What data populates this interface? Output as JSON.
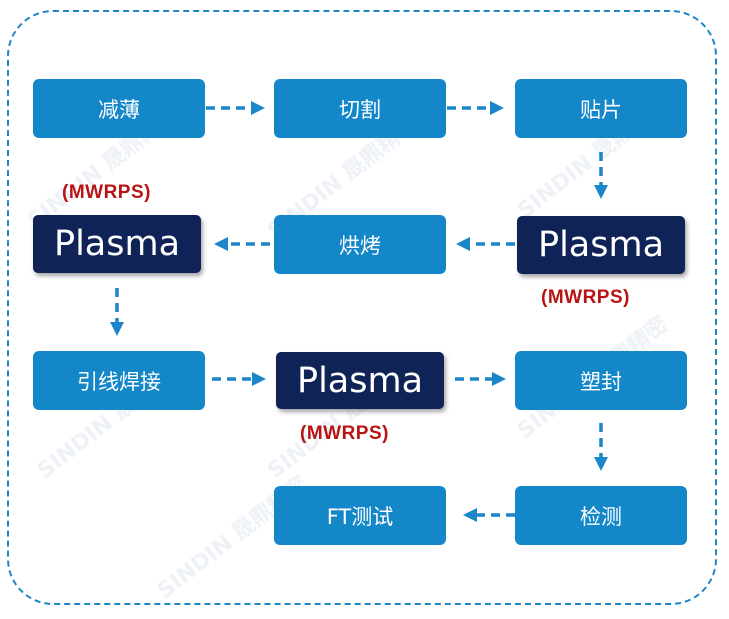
{
  "nodes": {
    "thinning": "减薄",
    "dicing": "切割",
    "mounting": "贴片",
    "baking": "烘烤",
    "plasma_1": "Plasma",
    "plasma_2": "Plasma",
    "wire_bonding": "引线焊接",
    "plasma_3": "Plasma",
    "molding": "塑封",
    "inspection": "检测",
    "ft_test": "FT测试"
  },
  "notes": {
    "plasma_1": "(MWRPS)",
    "plasma_2": "(MWRPS)",
    "plasma_3": "(MWRPS)"
  },
  "watermark": "SINDIN 晟鼎精密",
  "colors": {
    "step": "#1487c9",
    "plasma": "#0f2357",
    "note": "#b81414",
    "border": "#1e86c4"
  }
}
